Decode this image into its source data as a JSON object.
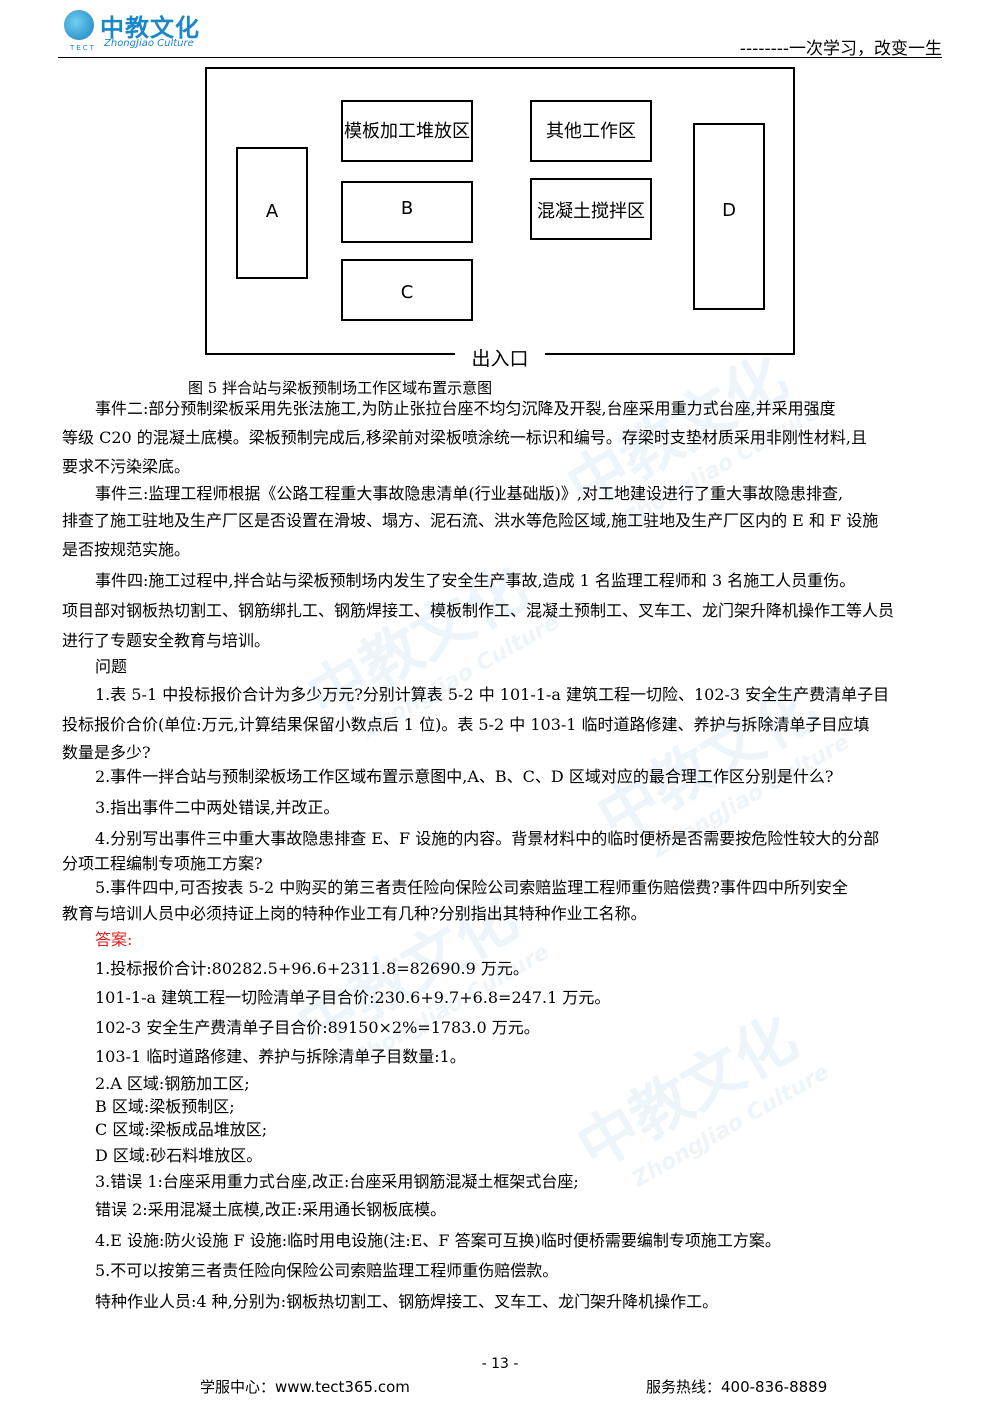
{
  "header": {
    "logo_cn": "中教文化",
    "logo_en": "ZhongJiao Culture",
    "logo_tect": "TECT",
    "slogan": "--------一次学习，改变一生"
  },
  "diagram": {
    "zone_template": "模板加工堆放区",
    "zone_other": "其他工作区",
    "zone_concrete": "混凝土搅拌区",
    "zone_a": "A",
    "zone_b": "B",
    "zone_c": "C",
    "zone_d": "D",
    "entrance": "出入口",
    "caption": "图 5   拌合站与梁板预制场工作区域布置示意图"
  },
  "body": {
    "e2_1": "事件二:部分预制梁板采用先张法施工,为防止张拉台座不均匀沉降及开裂,台座采用重力式台座,并采用强度",
    "e2_2": "等级 C20 的混凝土底模。梁板预制完成后,移梁前对梁板喷涂统一标识和编号。存梁时支垫材质采用非刚性材料,且",
    "e2_3": "要求不污染梁底。",
    "e3_1": "事件三:监理工程师根据《公路工程重大事故隐患清单(行业基础版)》,对工地建设进行了重大事故隐患排查,",
    "e3_2": "排查了施工驻地及生产厂区是否设置在滑坡、塌方、泥石流、洪水等危险区域,施工驻地及生产厂区内的 E 和 F 设施",
    "e3_3": "是否按规范实施。",
    "e4_1": "事件四:施工过程中,拌合站与梁板预制场内发生了安全生产事故,造成 1 名监理工程师和 3 名施工人员重伤。",
    "e4_2": "项目部对钢板热切割工、钢筋绑扎工、钢筋焊接工、模板制作工、混凝土预制工、叉车工、龙门架升降机操作工等人员",
    "e4_3": "进行了专题安全教育与培训。",
    "q_title": "问题",
    "q1_1": "1.表 5-1 中投标报价合计为多少万元?分别计算表 5-2 中 101-1-a 建筑工程一切险、102-3 安全生产费清单子目",
    "q1_2": "投标报价合价(单位:万元,计算结果保留小数点后 1 位)。表 5-2 中 103-1 临时道路修建、养护与拆除清单子目应填",
    "q1_3": "数量是多少?",
    "q2": "2.事件一拌合站与预制梁板场工作区域布置示意图中,A、B、C、D 区域对应的最合理工作区分别是什么?",
    "q3": "3.指出事件二中两处错误,并改正。",
    "q4_1": "4.分别写出事件三中重大事故隐患排查 E、F 设施的内容。背景材料中的临时便桥是否需要按危险性较大的分部",
    "q4_2": "分项工程编制专项施工方案?",
    "q5_1": "5.事件四中,可否按表 5-2 中购买的第三者责任险向保险公司索赔监理工程师重伤赔偿费?事件四中所列安全",
    "q5_2": "教育与培训人员中必须持证上岗的特种作业工有几种?分别指出其特种作业工名称。",
    "answer_title": "答案:",
    "a1_1": "1.投标报价合计:80282.5+96.6+2311.8=82690.9 万元。",
    "a1_2": "101-1-a 建筑工程一切险清单子目合价:230.6+9.7+6.8=247.1 万元。",
    "a1_3": "102-3 安全生产费清单子目合价:89150×2%=1783.0 万元。",
    "a1_4": "103-1 临时道路修建、养护与拆除清单子目数量:1。",
    "a2_1": "2.A 区域:钢筋加工区;",
    "a2_2": "B 区域:梁板预制区;",
    "a2_3": "C 区域:梁板成品堆放区;",
    "a2_4": "D 区域:砂石料堆放区。",
    "a3_1": "3.错误 1:台座采用重力式台座,改正:台座采用钢筋混凝土框架式台座;",
    "a3_2": "错误 2:采用混凝土底模,改正:采用通长钢板底模。",
    "a4": "4.E 设施:防火设施 F 设施:临时用电设施(注:E、F 答案可互换)临时便桥需要编制专项施工方案。",
    "a5_1": "5.不可以按第三者责任险向保险公司索赔监理工程师重伤赔偿款。",
    "a5_2": "特种作业人员:4 种,分别为:钢板热切割工、钢筋焊接工、叉车工、龙门架升降机操作工。"
  },
  "footer": {
    "page_number": "- 13 -",
    "service_center": "学服中心：www.tect365.com",
    "hotline": "服务热线：400-836-8889"
  }
}
